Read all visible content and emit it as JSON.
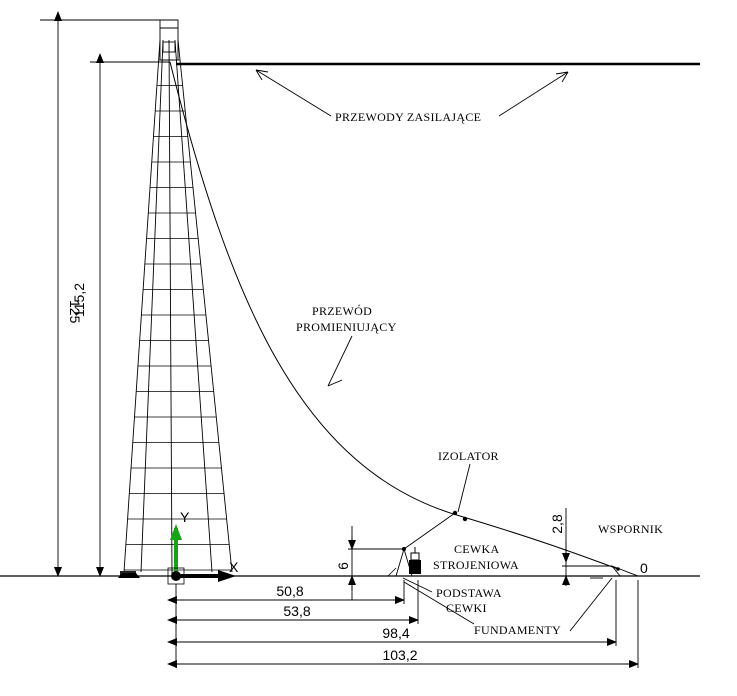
{
  "labels": {
    "supply_wires": "PRZEWODY  ZASILAJĄCE",
    "radiating_wire_line1": "PRZEWÓD",
    "radiating_wire_line2": "PROMIENIUJĄCY",
    "insulator": "IZOLATOR",
    "bracket": "WSPORNIK",
    "tuning_coil_line1": "CEWKA",
    "tuning_coil_line2": "STROJENIOWA",
    "coil_base_line1": "PODSTAWA",
    "coil_base_line2": "CEWKI",
    "foundations": "FUNDAMENTY",
    "zero": "0"
  },
  "dimensions": {
    "mast_height": "125",
    "feed_height": "115,2",
    "coil_height": "6",
    "bracket_height": "2,8",
    "dist_coil_1": "50,8",
    "dist_coil_2": "53,8",
    "dist_bracket_1": "98,4",
    "dist_bracket_2": "103,2"
  },
  "axes": {
    "y_label": "Y",
    "x_label": "X"
  },
  "colors": {
    "line": "#000000",
    "y_axis": "#16a316",
    "x_axis": "#000000"
  }
}
